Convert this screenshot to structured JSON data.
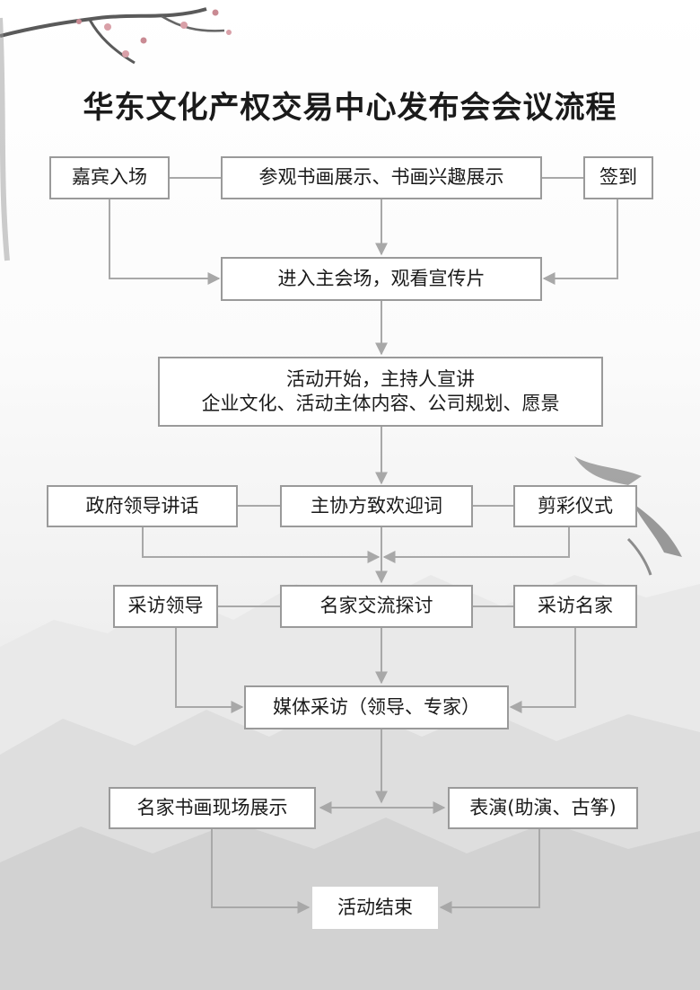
{
  "title": "华东文化产权交易中心发布会会议流程",
  "colors": {
    "box_border": "#9a9a9a",
    "line": "#a8a8a8",
    "text": "#1a1a1a"
  },
  "steps": {
    "guest_entry": "嘉宾入场",
    "visit_exhibit": "参观书画展示、书画兴趣展示",
    "sign_in": "签到",
    "enter_hall": "进入主会场，观看宣传片",
    "event_start_l1": "活动开始，主持人宣讲",
    "event_start_l2": "企业文化、活动主体内容、公司规划、愿景",
    "gov_speech": "政府领导讲话",
    "co_host_welcome": "主协方致欢迎词",
    "ribbon_cutting": "剪彩仪式",
    "interview_leaders": "采访领导",
    "expert_discussion": "名家交流探讨",
    "interview_experts": "采访名家",
    "media_interview": "媒体采访（领导、专家）",
    "live_calligraphy": "名家书画现场展示",
    "performance": "表演(助演、古筝)",
    "event_end": "活动结束"
  }
}
